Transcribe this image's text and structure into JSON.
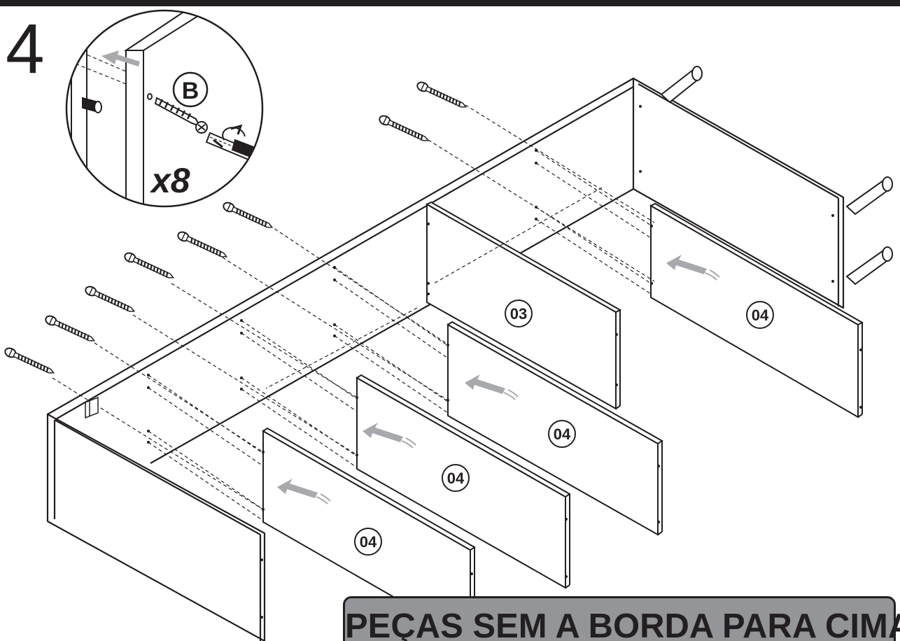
{
  "step": {
    "number": "4"
  },
  "detail": {
    "hardware_letter": "B",
    "quantity": "x8"
  },
  "parts": [
    {
      "label": "03"
    },
    {
      "label": "04"
    },
    {
      "label": "04"
    },
    {
      "label": "04"
    },
    {
      "label": "04"
    }
  ],
  "banner": {
    "text": "PEÇAS SEM A BORDA PARA CIMA"
  },
  "colors": {
    "line": "#231f20",
    "arrow": "#a7a9ac",
    "banner": "#939598",
    "screw": "#231f20"
  }
}
